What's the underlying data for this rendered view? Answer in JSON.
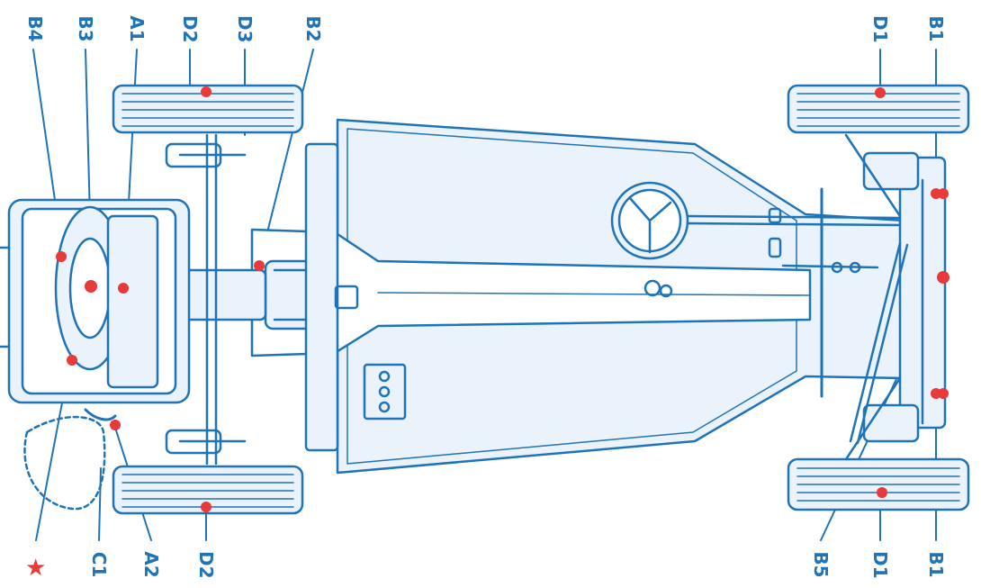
{
  "colors": {
    "line": "#1f73b7",
    "fill": "#eaf3fb",
    "dot": "#e83a3a",
    "label": "#1f73b7",
    "star": "#e83a3a"
  },
  "labels": {
    "b4": "B4",
    "b3": "B3",
    "a1": "A1",
    "d2_top": "D2",
    "d3": "D3",
    "b2": "B2",
    "d1_top": "D1",
    "b1_top": "B1",
    "star": "★",
    "c1": "C1",
    "a2": "A2",
    "d2_bottom": "D2",
    "b5": "B5",
    "d1_bottom": "D1",
    "b1_bottom": "B1"
  },
  "icons": {
    "star": "asterisk-star-icon"
  }
}
